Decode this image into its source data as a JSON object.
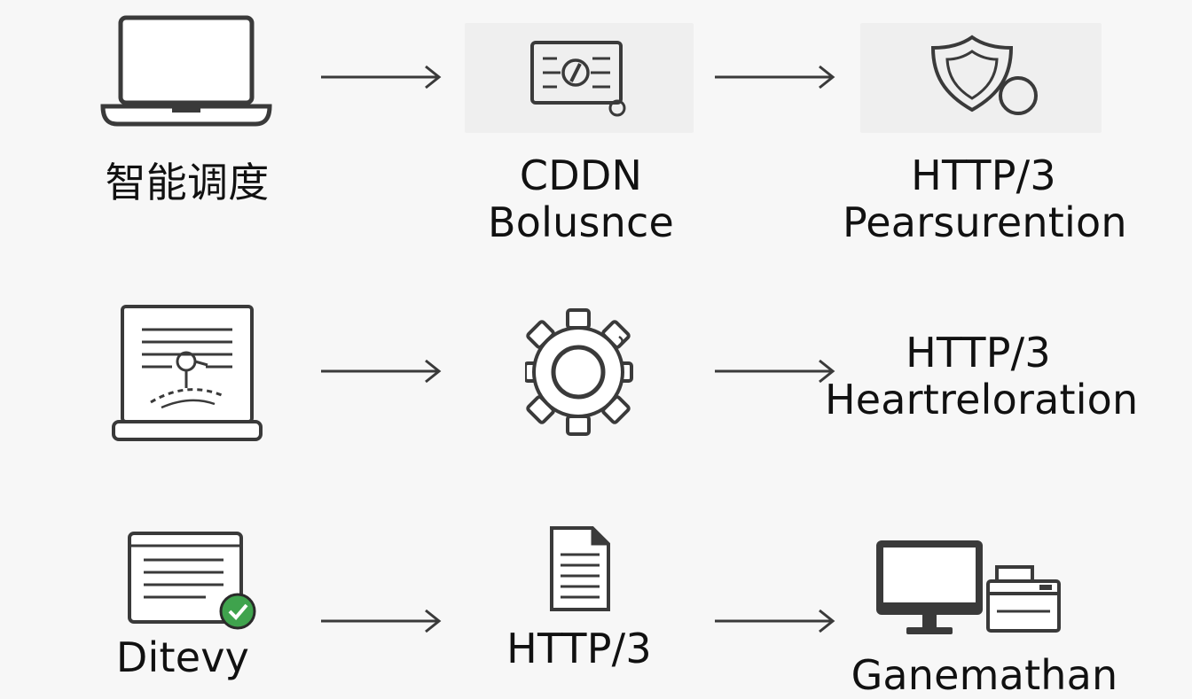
{
  "diagram": {
    "rows": [
      {
        "nodes": [
          {
            "label_lines": [
              "智能调度"
            ],
            "icon": "laptop-icon"
          },
          {
            "label_lines": [
              "CDDN",
              "Bolusnce"
            ],
            "icon": "server-panel-icon"
          },
          {
            "label_lines": [
              "HTTP/3",
              "Pearsurention"
            ],
            "icon": "shield-icon"
          }
        ]
      },
      {
        "nodes": [
          {
            "label_lines": [],
            "icon": "document-laptop-icon"
          },
          {
            "label_lines": [],
            "icon": "gear-icon"
          },
          {
            "label_lines": [
              "HTTP/3",
              "Heartreloration"
            ],
            "icon": "text-only"
          }
        ]
      },
      {
        "nodes": [
          {
            "label_lines": [
              "Ditevy"
            ],
            "icon": "verified-screen-icon"
          },
          {
            "label_lines": [
              "HTTP/3"
            ],
            "icon": "document-icon"
          },
          {
            "label_lines": [
              "Ganemathan"
            ],
            "icon": "desktop-printer-icon"
          }
        ]
      }
    ],
    "colors": {
      "stroke": "#3a3a3a",
      "check_green": "#3fa34d",
      "tile": "#efefef"
    }
  }
}
